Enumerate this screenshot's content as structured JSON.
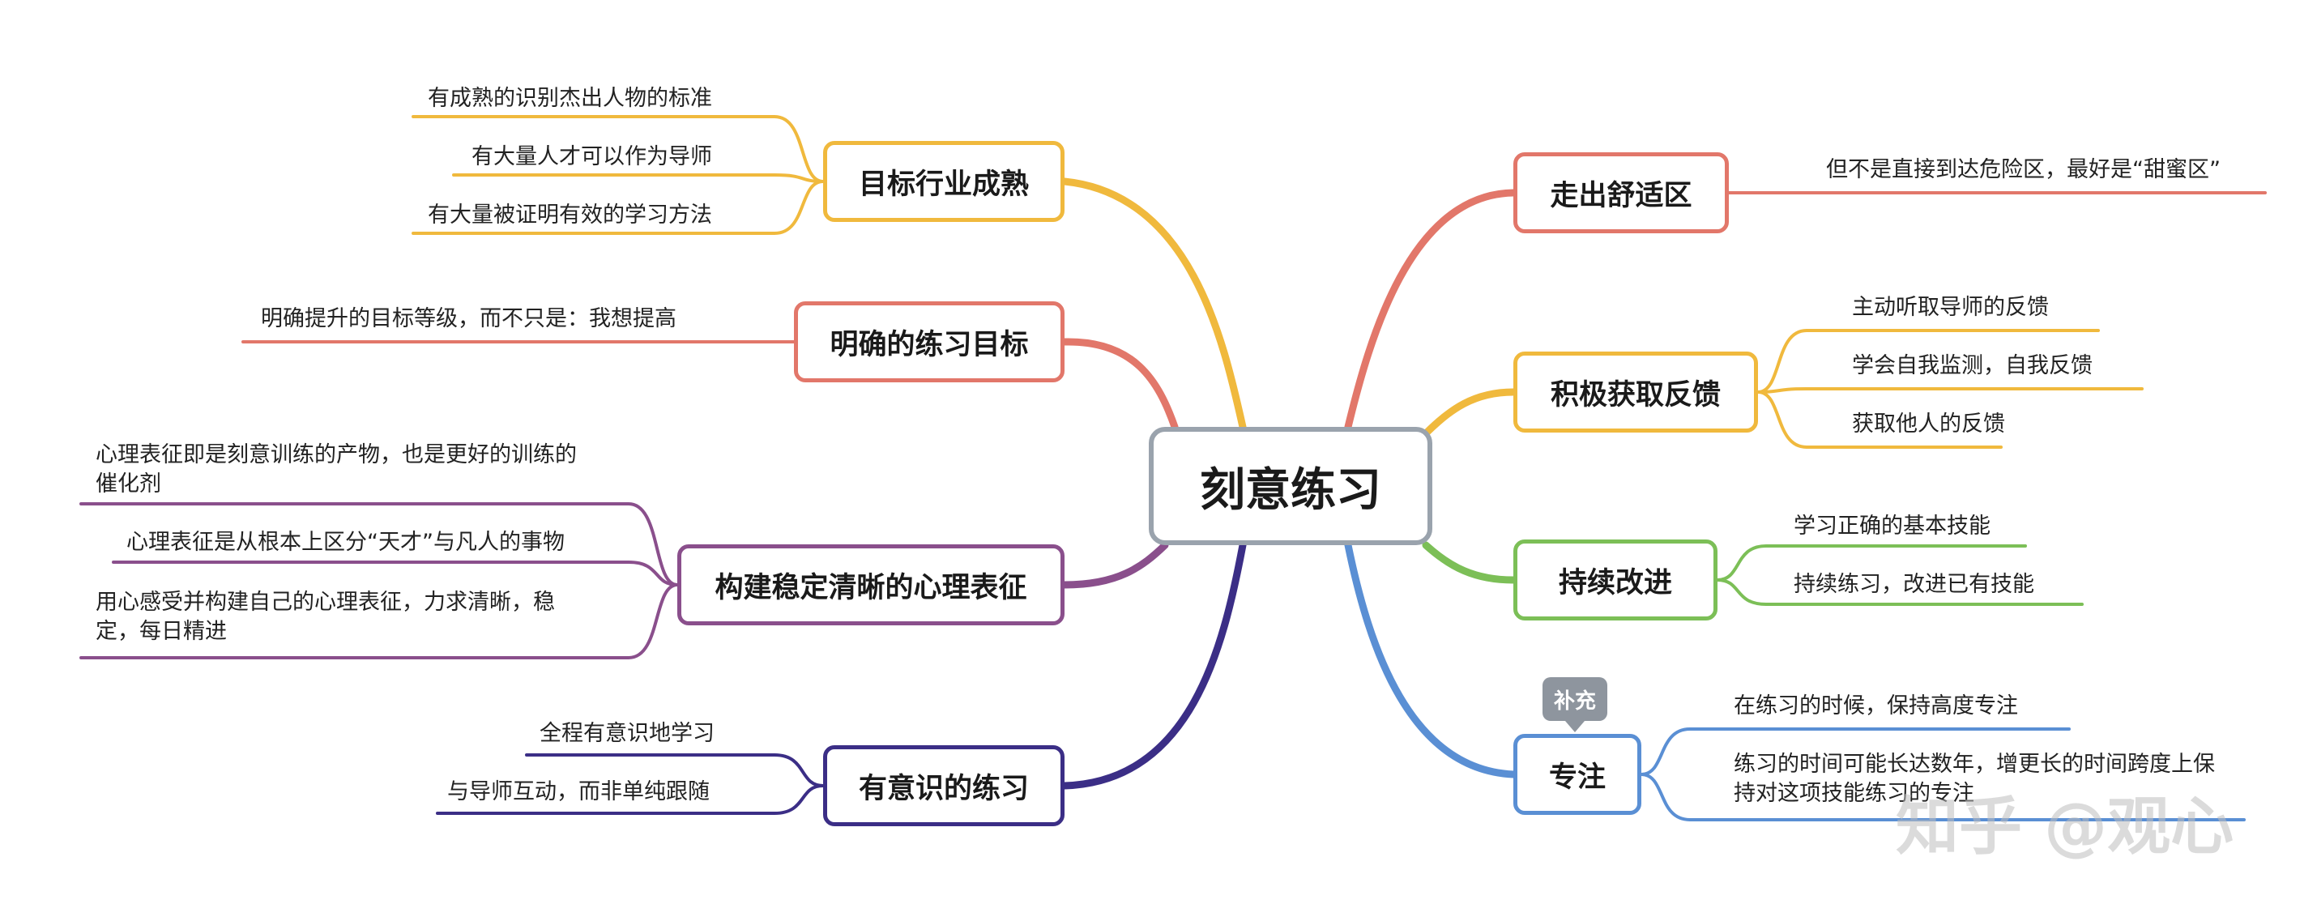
{
  "central": "刻意练习",
  "colors": {
    "coral": "#e2776a",
    "yellow": "#f0b93d",
    "green": "#7cbf57",
    "blue": "#5a8fd4",
    "purple": "#8a4f8c",
    "navy": "#3b2e86",
    "gray": "#9aa3ad"
  },
  "left_branches": [
    {
      "title": "目标行业成熟",
      "color": "yellow",
      "items": [
        "有成熟的识别杰出人物的标准",
        "有大量人才可以作为导师",
        "有大量被证明有效的学习方法"
      ]
    },
    {
      "title": "明确的练习目标",
      "color": "coral",
      "items": [
        "明确提升的目标等级，而不只是：我想提高"
      ]
    },
    {
      "title": "构建稳定清晰的心理表征",
      "color": "purple",
      "items": [
        "心理表征即是刻意训练的产物，也是更好的训练的催化剂",
        "心理表征是从根本上区分“天才”与凡人的事物",
        "用心感受并构建自己的心理表征，力求清晰，稳定，每日精进"
      ]
    },
    {
      "title": "有意识的练习",
      "color": "navy",
      "items": [
        "全程有意识地学习",
        "与导师互动，而非单纯跟随"
      ]
    }
  ],
  "right_branches": [
    {
      "title": "走出舒适区",
      "color": "coral",
      "items": [
        "但不是直接到达危险区，最好是“甜蜜区”"
      ]
    },
    {
      "title": "积极获取反馈",
      "color": "yellow",
      "items": [
        "主动听取导师的反馈",
        "学会自我监测，自我反馈",
        "获取他人的反馈"
      ]
    },
    {
      "title": "持续改进",
      "color": "green",
      "items": [
        "学习正确的基本技能",
        "持续练习，改进已有技能"
      ]
    },
    {
      "title": "专注",
      "color": "blue",
      "tag": "补充",
      "items": [
        "在练习的时候，保持高度专注",
        "练习的时间可能长达数年，增更长的时间跨度上保持对这项技能练习的专注"
      ]
    }
  ],
  "watermark": "知乎 @观心"
}
